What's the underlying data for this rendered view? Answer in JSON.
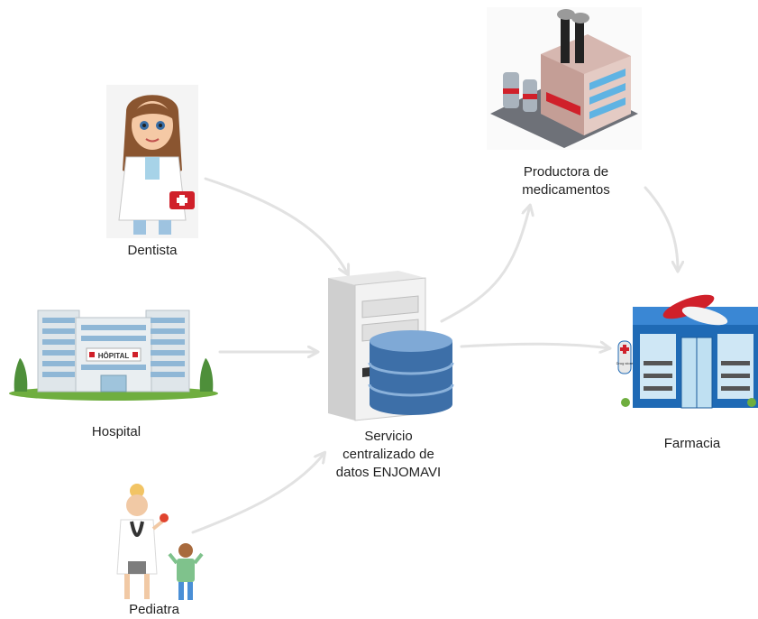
{
  "nodes": {
    "dentista": {
      "label": "Dentista"
    },
    "hospital": {
      "label": "Hospital",
      "sign": "HÔPITAL"
    },
    "pediatra": {
      "label": "Pediatra"
    },
    "servicio": {
      "label": "Servicio\ncentralizado de\ndatos ENJOMAVI"
    },
    "productora": {
      "label": "Productora de\nmedicamentos"
    },
    "farmacia": {
      "label": "Farmacia",
      "sign": "Drug store"
    }
  },
  "edges": [
    {
      "from": "dentista",
      "to": "servicio"
    },
    {
      "from": "hospital",
      "to": "servicio"
    },
    {
      "from": "pediatra",
      "to": "servicio"
    },
    {
      "from": "servicio",
      "to": "productora"
    },
    {
      "from": "servicio",
      "to": "farmacia"
    },
    {
      "from": "productora",
      "to": "farmacia"
    }
  ],
  "colors": {
    "arrow": "#e2e2e2",
    "text": "#222222"
  }
}
